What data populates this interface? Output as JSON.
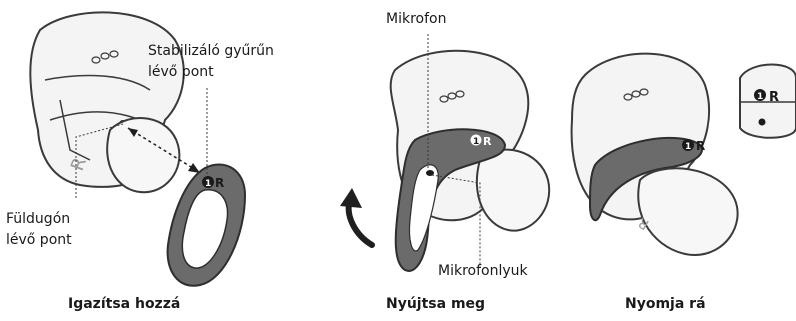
{
  "panels": [
    {
      "caption": "Igazítsa hozzá",
      "labels": {
        "ring_dot": [
          "Stabilizáló gyűrűn",
          "lévő pont"
        ],
        "tip_dot": [
          "Füldugón",
          "lévő pont"
        ]
      },
      "badge": "1R"
    },
    {
      "caption": "Nyújtsa meg",
      "labels": {
        "microphone": "Mikrofon",
        "mic_hole": "Mikrofonlyuk"
      },
      "badge": "1R"
    },
    {
      "caption": "Nyomja rá",
      "badge": "1R",
      "inset_badge": "1R"
    }
  ],
  "colors": {
    "line": "#3a3a3a",
    "earbud_fill": "#f4f4f4",
    "ring_fill": "#6b6b6b",
    "ring_dark": "#2e2e2e",
    "arrow": "#1f1f1f"
  },
  "icons": [
    "earbud-illustration",
    "stabilizer-ring-illustration",
    "curved-arrow-icon",
    "double-arrow-icon"
  ]
}
